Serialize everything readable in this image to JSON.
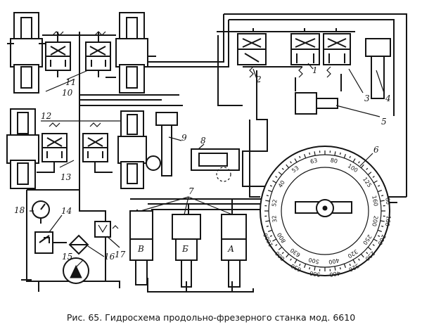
{
  "figure": {
    "caption": "Рис. 65. Гидросхема продольно-фрезерного станка мод. 6610"
  },
  "callouts": [
    "1",
    "2",
    "3",
    "4",
    "5",
    "6",
    "7",
    "8",
    "9",
    "10",
    "11",
    "12",
    "13",
    "14",
    "15",
    "16",
    "17",
    "18"
  ],
  "cylinder_letters": [
    "В",
    "Б",
    "А"
  ],
  "dial": {
    "inner_ring": [
      "52",
      "40",
      "53",
      "63",
      "80",
      "100",
      "125",
      "160",
      "200",
      "250",
      "320",
      "400",
      "500",
      "630",
      "800",
      "32"
    ],
    "outer_ring": [
      "60",
      "160",
      "200",
      "250",
      "320",
      "400",
      "500",
      "630",
      "800",
      "1000"
    ]
  }
}
